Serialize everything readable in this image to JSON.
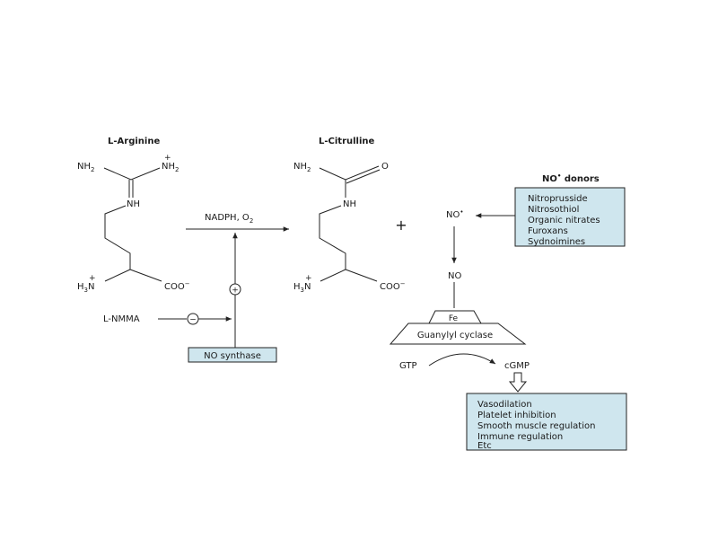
{
  "arginine": {
    "title": "L-Arginine",
    "nh2_left": "NH",
    "nh2_right": "NH",
    "nh": "NH",
    "h3n": "H",
    "coo": "COO"
  },
  "citrulline": {
    "title": "L-Citrulline",
    "nh2": "NH",
    "o": "O",
    "nh": "NH",
    "h3n": "H",
    "coo": "COO"
  },
  "reaction": {
    "cofactors": "NADPH, O",
    "plus": "+",
    "plus_circle": "+",
    "minus_circle": "−",
    "inhibitor": "L-NMMA",
    "enzyme": "NO synthase"
  },
  "no_pathway": {
    "no_radical": "NO",
    "no": "NO",
    "fe": "Fe",
    "enzyme": "Guanylyl cyclase",
    "gtp": "GTP",
    "cgmp": "cGMP"
  },
  "donors": {
    "title": "NO",
    "title_suffix": " donors",
    "items": [
      "Nitroprusside",
      "Nitrosothiol",
      "Organic nitrates",
      "Furoxans",
      "Sydnoimines"
    ]
  },
  "effects": {
    "items": [
      "Vasodilation",
      "Platelet inhibition",
      "Smooth muscle regulation",
      "Immune regulation",
      "Etc"
    ]
  },
  "colors": {
    "box_fill": "#cfe6ee",
    "line": "#222222"
  }
}
